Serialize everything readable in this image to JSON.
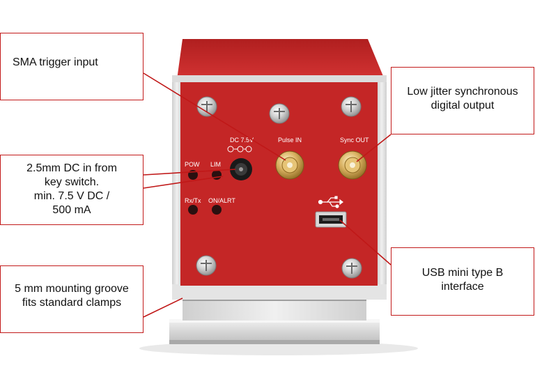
{
  "callouts": {
    "sma_trigger": {
      "line1": "SMA trigger input"
    },
    "sync_output": {
      "line1": "Low jitter synchronous",
      "line2": "digital output"
    },
    "dc_input": {
      "line1": "2.5mm DC in from",
      "line2": "key switch.",
      "line3": "min. 7.5 V DC /",
      "line4": "500 mA"
    },
    "mounting_groove": {
      "line1": "5 mm mounting groove",
      "line2": "fits standard clamps"
    },
    "usb": {
      "line1": "USB mini type B",
      "line2": "interface"
    }
  },
  "panel_labels": {
    "dc": "DC 7.5V",
    "pulse_in": "Pulse IN",
    "sync_out": "Sync OUT",
    "pow": "POW",
    "lim": "LIM",
    "rxtx": "Rx/Tx",
    "on_alrt": "ON/ALRT"
  },
  "colors": {
    "panel_red": "#c42626",
    "callout_border": "#c21a1a",
    "leader_line": "#c01818",
    "aluminium": "#d9d9d9",
    "gold": "#c9a24a"
  },
  "icons": [
    "screw-icon",
    "usb-symbol-icon",
    "dc-polarity-icon"
  ]
}
